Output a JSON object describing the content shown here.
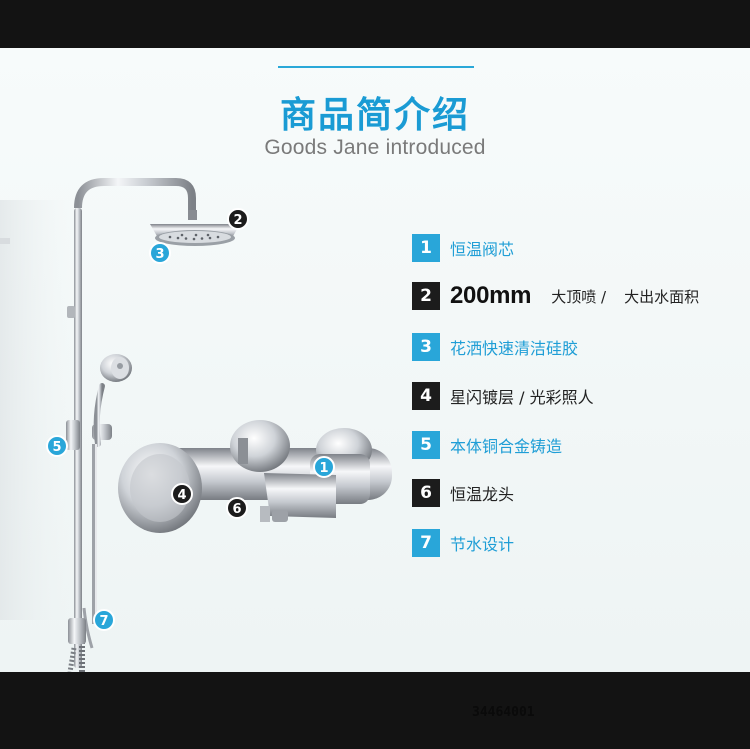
{
  "header": {
    "title_cn": "商品简介绍",
    "title_en": "Goods Jane introduced"
  },
  "colors": {
    "accent": "#1a9bd4",
    "dark": "#131313"
  },
  "callouts": [
    "1",
    "2",
    "3",
    "4",
    "5",
    "6",
    "7"
  ],
  "specs": [
    {
      "num": "1",
      "style": "blue",
      "text": "恒温阀芯"
    },
    {
      "num": "2",
      "style": "dark",
      "main": "200mm",
      "sub1": "大顶喷 /",
      "sub2": "大出水面积"
    },
    {
      "num": "3",
      "style": "blue",
      "text": "花洒快速清洁硅胶"
    },
    {
      "num": "4",
      "style": "dark",
      "text": "星闪镀层 / 光彩照人"
    },
    {
      "num": "5",
      "style": "blue",
      "text": "本体铜合金铸造"
    },
    {
      "num": "6",
      "style": "dark",
      "text": "恒温龙头"
    },
    {
      "num": "7",
      "style": "blue",
      "text": "节水设计"
    }
  ],
  "footer": {
    "model_code": "34464001"
  }
}
